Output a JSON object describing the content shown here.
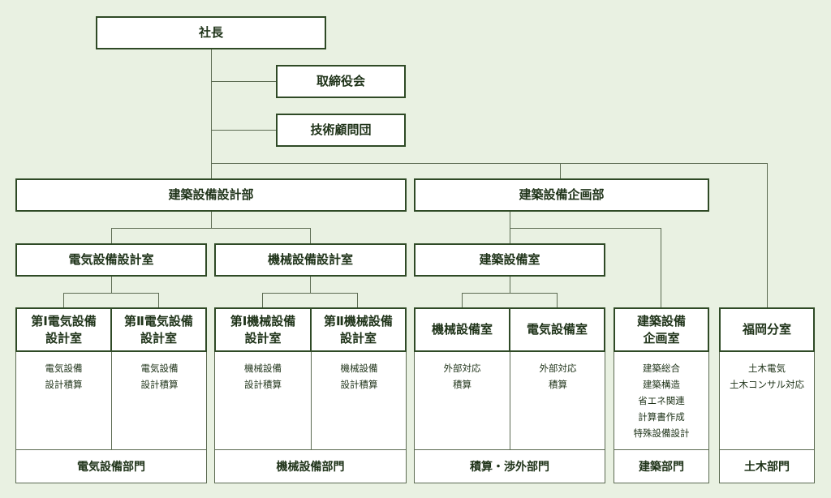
{
  "president": "社長",
  "board": "取締役会",
  "advisors": "技術顧問団",
  "dept_design": "建築設備設計部",
  "dept_planning": "建築設備企画部",
  "office_electrical": "電気設備設計室",
  "office_mechanical": "機械設備設計室",
  "office_building": "建築設備室",
  "units": {
    "elec1": {
      "title": "第Ⅰ電気設備\n設計室",
      "items": "電気設備\n設計積算"
    },
    "elec2": {
      "title": "第Ⅱ電気設備\n設計室",
      "items": "電気設備\n設計積算"
    },
    "mech1": {
      "title": "第Ⅰ機械設備\n設計室",
      "items": "機械設備\n設計積算"
    },
    "mech2": {
      "title": "第Ⅱ機械設備\n設計室",
      "items": "機械設備\n設計積算"
    },
    "bmech": {
      "title": "機械設備室",
      "items": "外部対応\n積算"
    },
    "belec": {
      "title": "電気設備室",
      "items": "外部対応\n積算"
    },
    "plan": {
      "title": "建築設備\n企画室",
      "items": "建築総合\n建築構造\n省エネ関連\n計算書作成\n特殊設備設計"
    },
    "fukuoka": {
      "title": "福岡分室",
      "items": "土木電気\n土木コンサル対応"
    }
  },
  "divisions": {
    "electrical": "電気設備部門",
    "mechanical": "機械設備部門",
    "estimating": "積算・渉外部門",
    "architecture": "建築部門",
    "civil": "土木部門"
  },
  "colors": {
    "background": "#e9f1e2",
    "box": "#ffffff",
    "border": "#2f4a26",
    "line": "#5c6b52"
  }
}
